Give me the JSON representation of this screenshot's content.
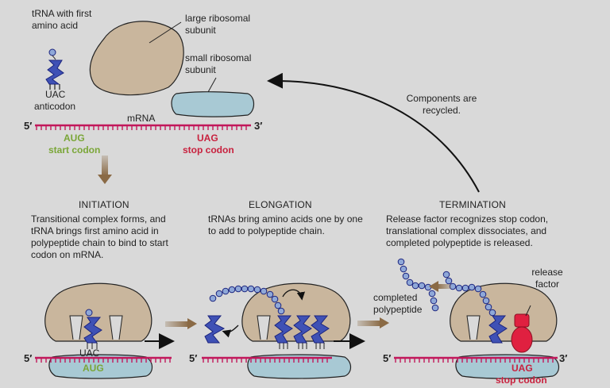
{
  "legend": {
    "trna_label": "tRNA with first amino acid",
    "large_subunit_label": "large ribosomal subunit",
    "small_subunit_label": "small ribosomal subunit",
    "anticodon_seq": "UAC",
    "anticodon_label": "anticodon",
    "mrna_label": "mRNA",
    "five_prime": "5′",
    "three_prime": "3′",
    "start_codon_seq": "AUG",
    "start_codon_label": "start codon",
    "stop_codon_seq": "UAG",
    "stop_codon_label": "stop codon"
  },
  "recycle_note": "Components are recycled.",
  "stages": {
    "initiation": {
      "title": "INITIATION",
      "description": "Transitional complex forms, and tRNA brings first amino acid in polypeptide chain to bind to start codon on mRNA.",
      "anticodon": "UAC",
      "codon": "AUG",
      "five_prime": "5′"
    },
    "elongation": {
      "title": "ELONGATION",
      "description": "tRNAs bring amino acids one by one to add to polypeptide chain.",
      "five_prime": "5′"
    },
    "termination": {
      "title": "TERMINATION",
      "description": "Release factor recognizes stop codon, translational complex dissociates, and completed polypeptide is released.",
      "polypeptide_label": "completed polypeptide",
      "release_factor_label": "release factor",
      "codon": "UAG",
      "codon_label": "stop codon",
      "five_prime": "5′",
      "three_prime": "3′"
    }
  },
  "colors": {
    "background": "#d9d9d9",
    "large_subunit": "#c9b69d",
    "small_subunit": "#a8c9d4",
    "mrna": "#c2185b",
    "trna": "#3f51b5",
    "amino_acid": "#8fa8d8",
    "release_factor": "#e02040",
    "start_codon": "#7aa637",
    "stop_codon": "#c8213e",
    "transition_arrow": "#8a6a45"
  }
}
